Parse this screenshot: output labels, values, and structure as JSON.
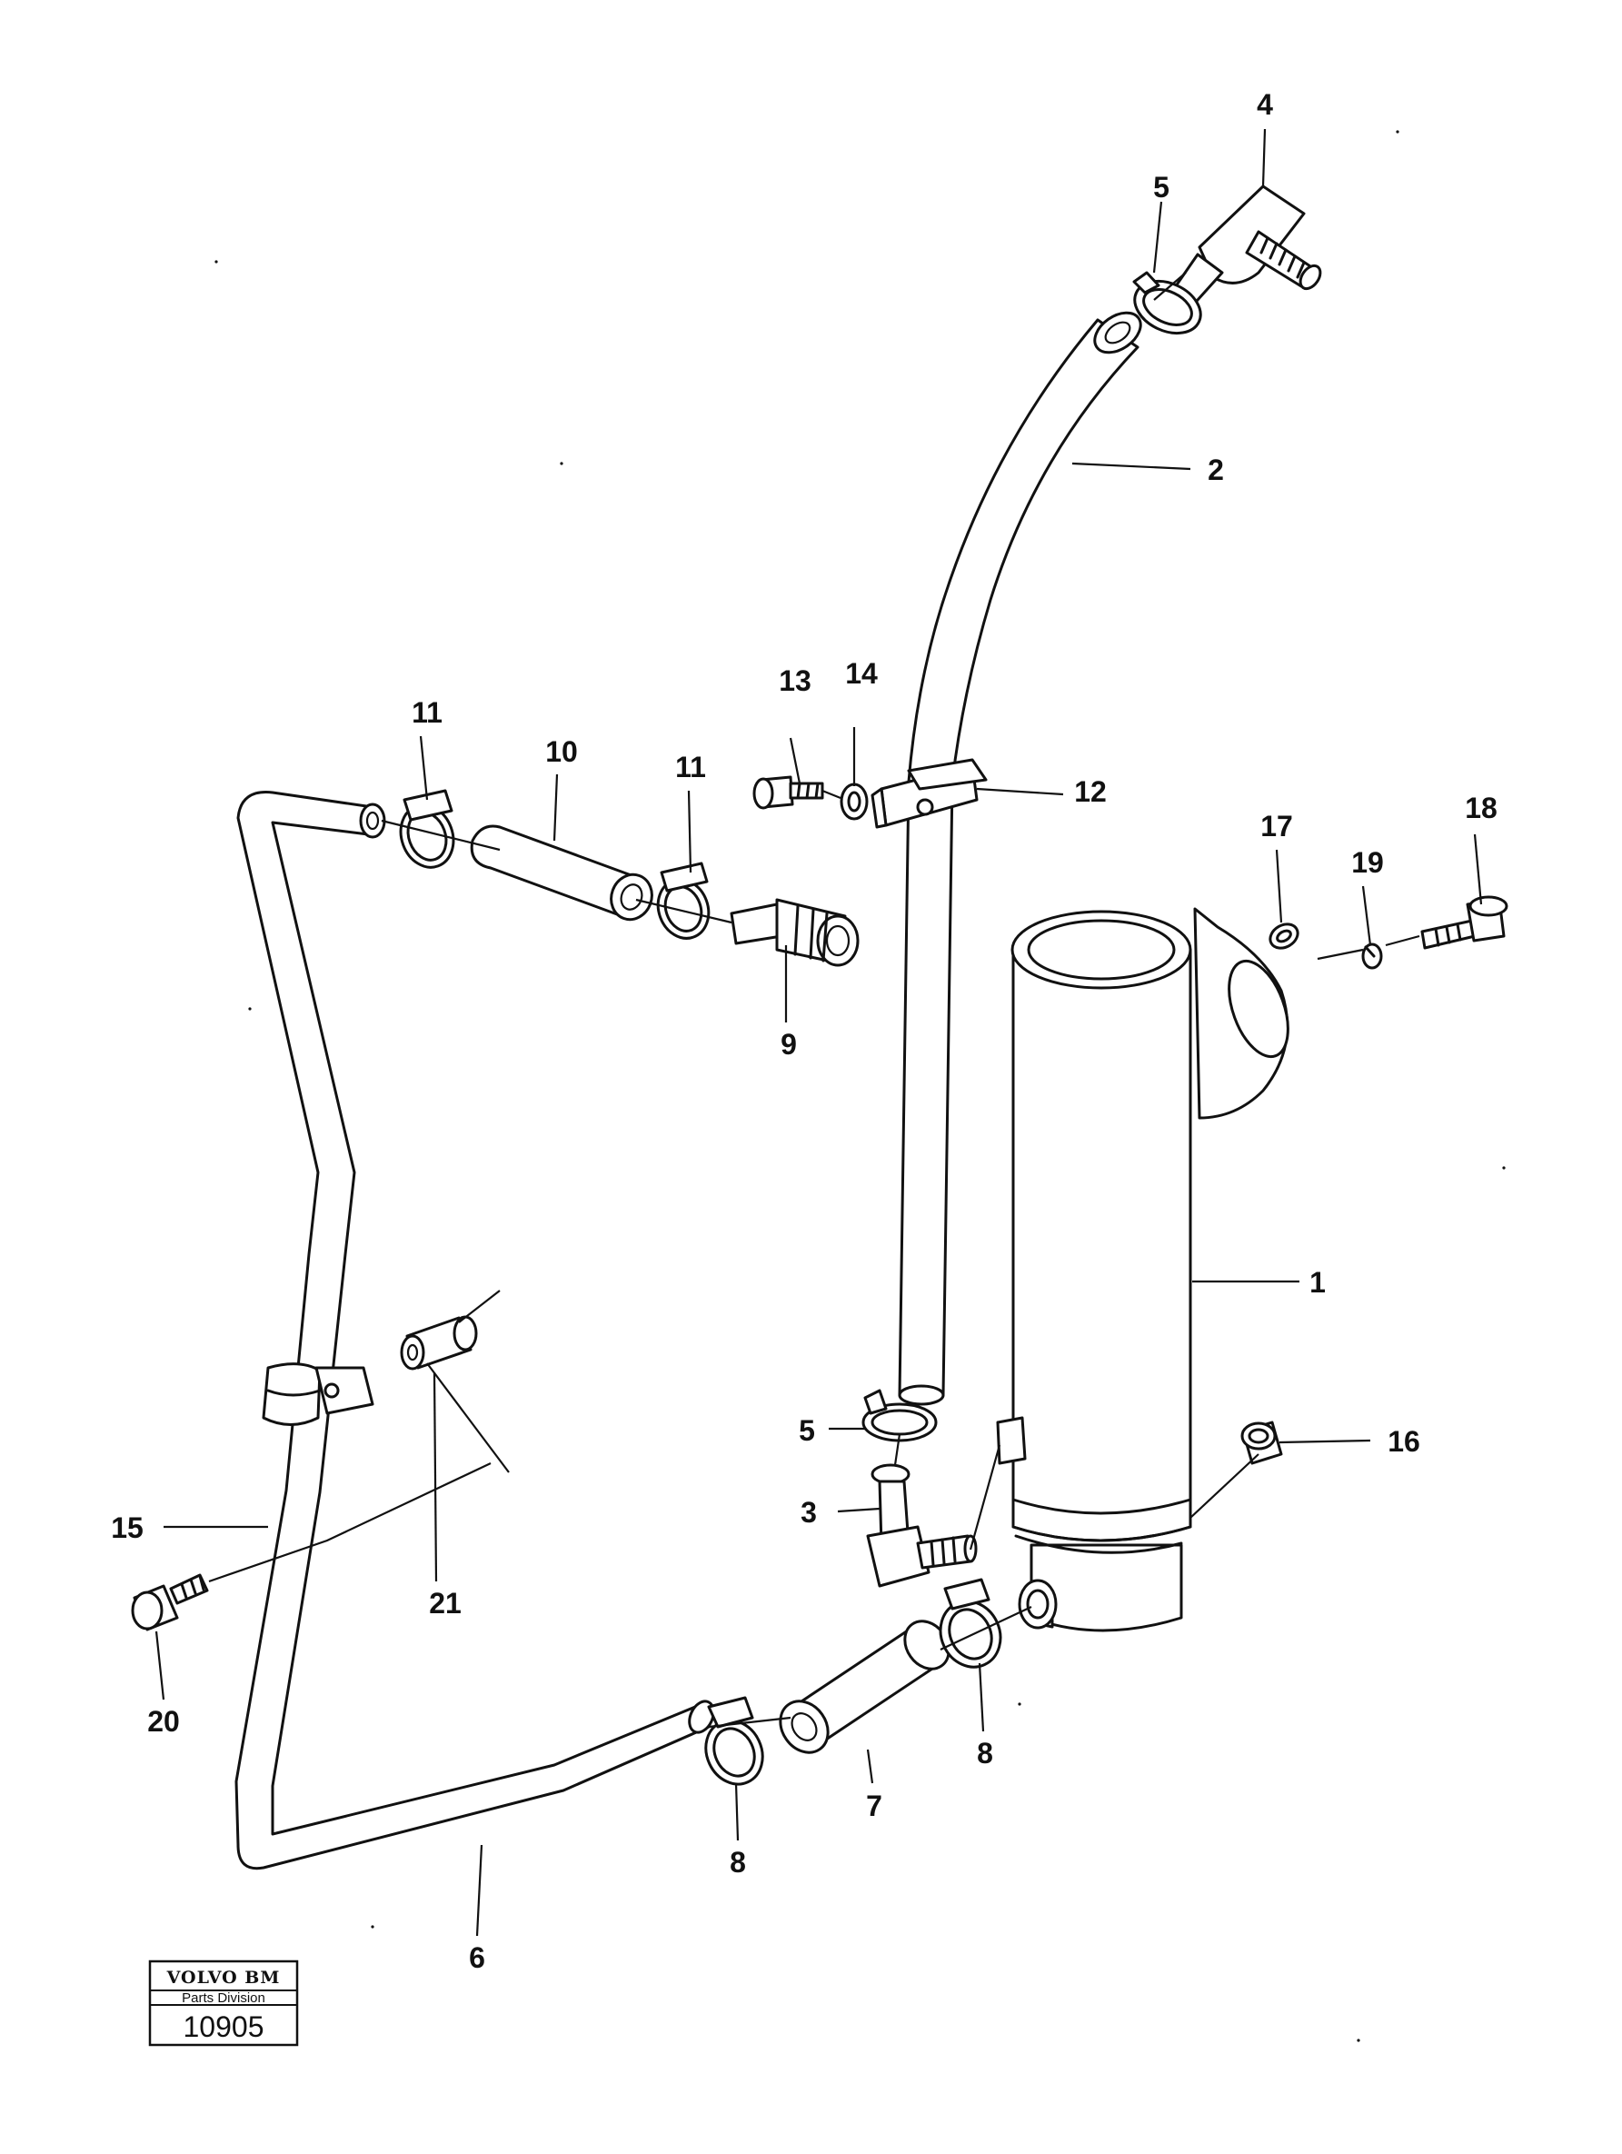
{
  "callouts": {
    "c1": "1",
    "c2": "2",
    "c3": "3",
    "c4": "4",
    "c5_top": "5",
    "c5_bottom": "5",
    "c6": "6",
    "c7": "7",
    "c8_left": "8",
    "c8_right": "8",
    "c9": "9",
    "c10": "10",
    "c11_left": "11",
    "c11_right": "11",
    "c12": "12",
    "c13": "13",
    "c14": "14",
    "c15": "15",
    "c16": "16",
    "c17": "17",
    "c18": "18",
    "c19": "19",
    "c20": "20",
    "c21": "21"
  },
  "logo": {
    "brand": "VOLVO BM",
    "division": "Parts Division",
    "number": "10905"
  }
}
